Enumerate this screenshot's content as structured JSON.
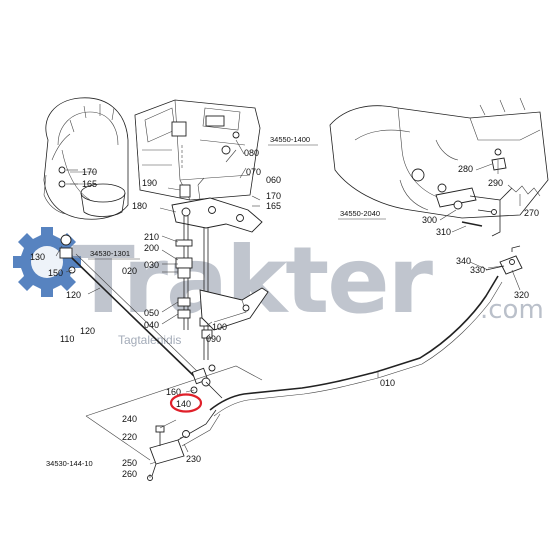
{
  "callouts": {
    "c010": "010",
    "c020": "020",
    "c030": "030",
    "c040": "040",
    "c050": "050",
    "c060": "060",
    "c070": "070",
    "c080": "080",
    "c090": "090",
    "c100": "100",
    "c110": "110",
    "c120a": "120",
    "c120b": "120",
    "c130": "130",
    "c140": "140",
    "c150": "150",
    "c160": "160",
    "c165a": "165",
    "c165b": "165",
    "c170a": "170",
    "c170b": "170",
    "c180": "180",
    "c190": "190",
    "c200": "200",
    "c210": "210",
    "c220": "220",
    "c230": "230",
    "c240": "240",
    "c250": "250",
    "c260": "260",
    "c270": "270",
    "c280": "280",
    "c290": "290",
    "c300": "300",
    "c310": "310",
    "c320": "320",
    "c330": "330",
    "c340": "340"
  },
  "references": {
    "ref_1400": "34550-1400",
    "ref_2040": "34550-2040",
    "ref_1301": "34530-1301",
    "drawing_no": "34530-144-10"
  },
  "watermark": {
    "brand": "Trakter",
    "domain": ".com",
    "sub": "Tagtalenidis"
  },
  "highlight": {
    "part": "140",
    "color": "#e0202a"
  },
  "colors": {
    "watermark_gear": "#3a6db5",
    "watermark_text": "#8c96a6"
  }
}
